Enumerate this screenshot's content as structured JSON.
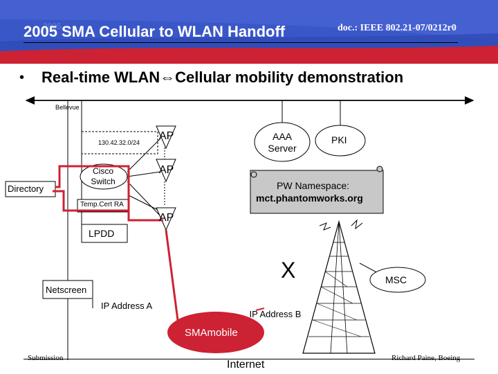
{
  "header": {
    "title": "2005 SMA Cellular to WLAN Handoff",
    "ghost_date": "2005",
    "doc_id": "doc.: IEEE 802.21-07/0212r0",
    "colors": {
      "blue": "#3a57c8",
      "red": "#cc2233"
    }
  },
  "bullet": {
    "symbol": "•",
    "text": "Real-time WLAN⇔Cellular mobility demonstration"
  },
  "diagram": {
    "site": "Bellevue",
    "subnet": "130.42.32.0/24",
    "directory": "Directory",
    "cisco_switch": "Cisco Switch",
    "tempcert": "Temp.Cert RA",
    "lpdd": "LPDD",
    "ap_labels": [
      "AP",
      "AP",
      "AP"
    ],
    "aaa_server": "AAA Server",
    "pki": "PKI",
    "pw_namespace": "PW Namespace:",
    "pw_domain": "mct.phantomworks.org",
    "netscreen": "Netscreen",
    "ip_a": "IP Address A",
    "ip_b": "IP Address B",
    "smamobile": "SMAmobile",
    "msc": "MSC",
    "x_mark": "X"
  },
  "footer": {
    "left": "Submission",
    "center": "Internet",
    "right": "Richard Paine, Boeing"
  }
}
